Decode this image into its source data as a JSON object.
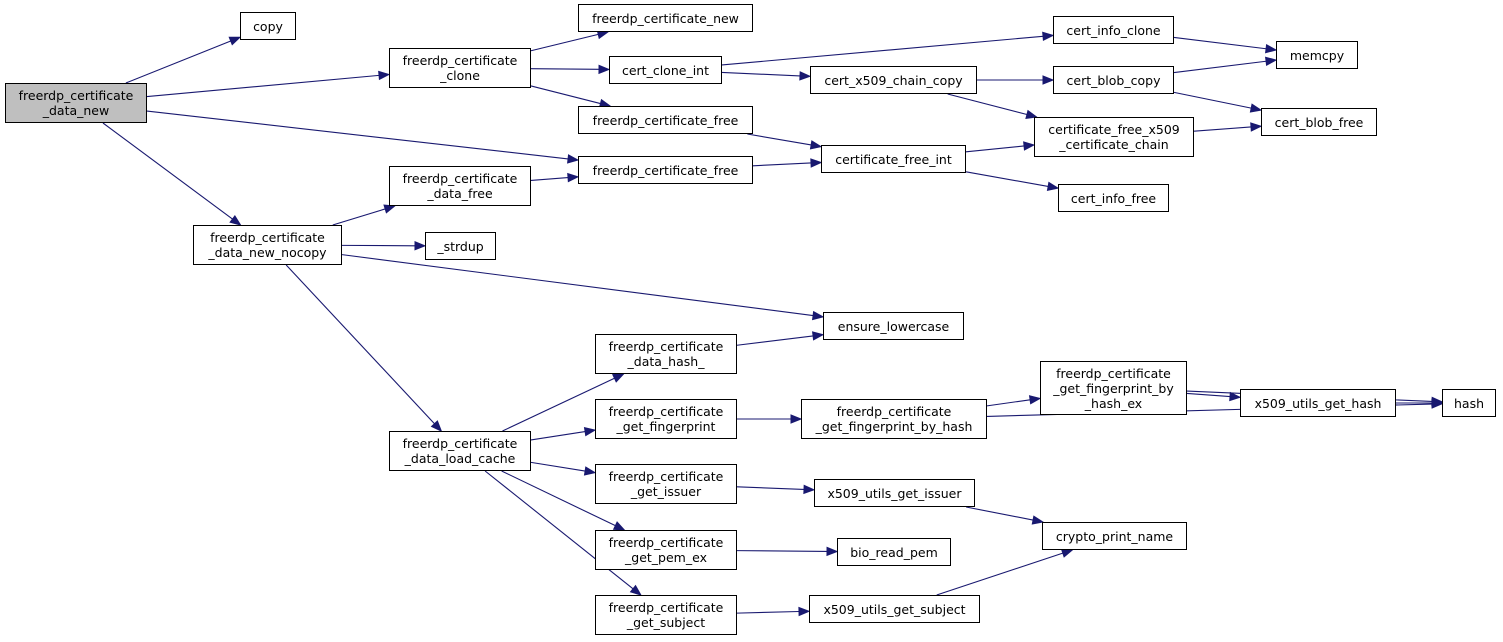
{
  "colors": {
    "edge": "#191970",
    "node_border": "#000000",
    "root_fill": "#bfbfbf",
    "node_fill": "#ffffff"
  },
  "nodes": {
    "root": "freerdp_certificate\n_data_new",
    "copy": "copy",
    "cert_clone": "freerdp_certificate\n_clone",
    "cert_new": "freerdp_certificate_new",
    "cert_clone_int": "cert_clone_int",
    "cert_free_a": "freerdp_certificate_free",
    "cert_free_b": "freerdp_certificate_free",
    "data_free": "freerdp_certificate\n_data_free",
    "new_nocopy": "freerdp_certificate\n_data_new_nocopy",
    "strdup": "_strdup",
    "cert_info_clone": "cert_info_clone",
    "memcpy": "memcpy",
    "x509_chain_copy": "cert_x509_chain_copy",
    "cert_blob_copy": "cert_blob_copy",
    "cert_free_x509_chain": "certificate_free_x509\n_certificate_chain",
    "cert_blob_free": "cert_blob_free",
    "certificate_free_int": "certificate_free_int",
    "cert_info_free": "cert_info_free",
    "ensure_lowercase": "ensure_lowercase",
    "data_hash": "freerdp_certificate\n_data_hash_",
    "get_fingerprint": "freerdp_certificate\n_get_fingerprint",
    "fp_by_hash": "freerdp_certificate\n_get_fingerprint_by_hash",
    "fp_by_hash_ex": "freerdp_certificate\n_get_fingerprint_by\n_hash_ex",
    "x509_get_hash": "x509_utils_get_hash",
    "hash": "hash",
    "load_cache": "freerdp_certificate\n_data_load_cache",
    "get_issuer": "freerdp_certificate\n_get_issuer",
    "x509_get_issuer": "x509_utils_get_issuer",
    "crypto_print_name": "crypto_print_name",
    "get_pem_ex": "freerdp_certificate\n_get_pem_ex",
    "bio_read_pem": "bio_read_pem",
    "get_subject": "freerdp_certificate\n_get_subject",
    "x509_get_subject": "x509_utils_get_subject"
  },
  "edges": [
    [
      "root",
      "copy"
    ],
    [
      "root",
      "cert_clone"
    ],
    [
      "root",
      "cert_free_b"
    ],
    [
      "root",
      "new_nocopy"
    ],
    [
      "cert_clone",
      "cert_new"
    ],
    [
      "cert_clone",
      "cert_clone_int"
    ],
    [
      "cert_clone",
      "cert_free_a"
    ],
    [
      "cert_clone_int",
      "cert_info_clone"
    ],
    [
      "cert_clone_int",
      "x509_chain_copy"
    ],
    [
      "cert_info_clone",
      "memcpy"
    ],
    [
      "x509_chain_copy",
      "cert_blob_copy"
    ],
    [
      "x509_chain_copy",
      "cert_free_x509_chain"
    ],
    [
      "cert_blob_copy",
      "memcpy"
    ],
    [
      "cert_blob_copy",
      "cert_blob_free"
    ],
    [
      "cert_free_x509_chain",
      "cert_blob_free"
    ],
    [
      "cert_free_a",
      "certificate_free_int"
    ],
    [
      "cert_free_b",
      "certificate_free_int"
    ],
    [
      "certificate_free_int",
      "cert_free_x509_chain"
    ],
    [
      "certificate_free_int",
      "cert_info_free"
    ],
    [
      "new_nocopy",
      "data_free"
    ],
    [
      "new_nocopy",
      "strdup"
    ],
    [
      "new_nocopy",
      "ensure_lowercase"
    ],
    [
      "new_nocopy",
      "load_cache"
    ],
    [
      "data_free",
      "cert_free_b"
    ],
    [
      "load_cache",
      "data_hash"
    ],
    [
      "load_cache",
      "get_fingerprint"
    ],
    [
      "load_cache",
      "get_issuer"
    ],
    [
      "load_cache",
      "get_pem_ex"
    ],
    [
      "load_cache",
      "get_subject"
    ],
    [
      "data_hash",
      "ensure_lowercase"
    ],
    [
      "get_fingerprint",
      "fp_by_hash"
    ],
    [
      "fp_by_hash",
      "fp_by_hash_ex"
    ],
    [
      "fp_by_hash",
      "hash"
    ],
    [
      "fp_by_hash_ex",
      "x509_get_hash"
    ],
    [
      "fp_by_hash_ex",
      "hash"
    ],
    [
      "x509_get_hash",
      "hash"
    ],
    [
      "get_issuer",
      "x509_get_issuer"
    ],
    [
      "x509_get_issuer",
      "crypto_print_name"
    ],
    [
      "get_pem_ex",
      "bio_read_pem"
    ],
    [
      "get_subject",
      "x509_get_subject"
    ],
    [
      "x509_get_subject",
      "crypto_print_name"
    ]
  ]
}
